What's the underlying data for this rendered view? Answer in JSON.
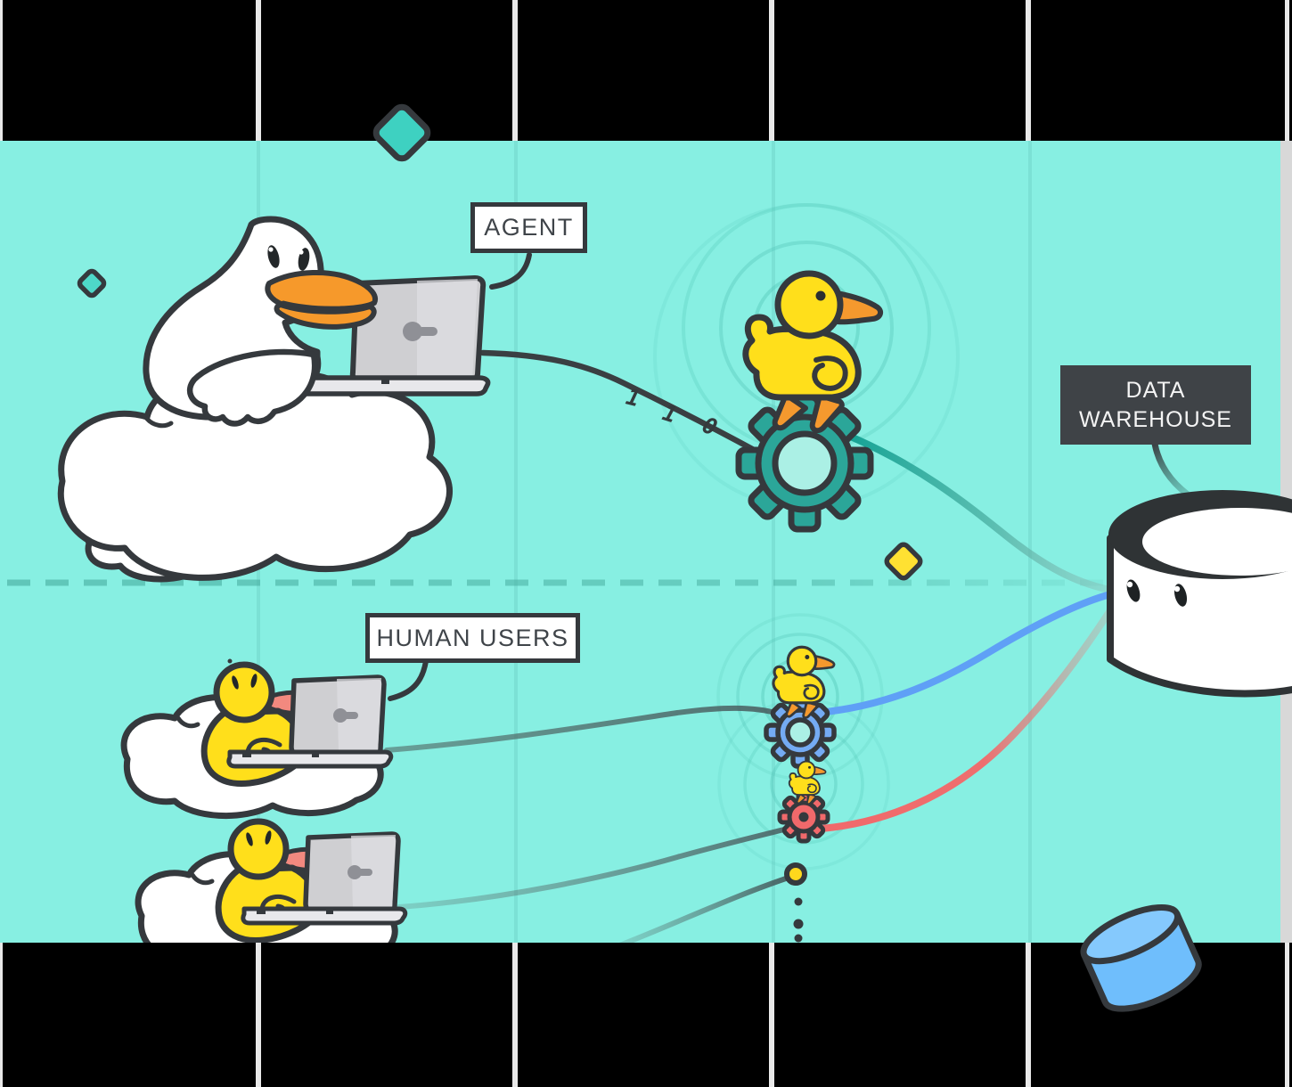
{
  "labels": {
    "agent": "AGENT",
    "human_users": "HUMAN USERS",
    "data_warehouse": "DATA WAREHOUSE"
  },
  "binary_stream": {
    "digits": [
      "1",
      "1",
      "0"
    ]
  },
  "scene": {
    "characters": [
      "goose-agent-typing-on-laptop-on-cloud",
      "rubber-duck-on-teal-gear",
      "human-duck-user-1-typing-on-laptop-on-cloud",
      "human-duck-user-2-typing-on-laptop-on-cloud",
      "duckling-on-blue-gear",
      "duckling-on-red-gear",
      "data-warehouse-cylinder-with-eyes"
    ],
    "decorations": [
      "teal-diamond-large",
      "teal-diamond-small",
      "yellow-diamond",
      "blue-cylinder",
      "dashed-divider",
      "signal-circles",
      "dot-trail"
    ],
    "dot_trail": {
      "count": 3
    }
  },
  "colors": {
    "background": "#87EFE2",
    "outline": "#35393D",
    "bar": "#000000",
    "accent_teal_gear": "#2BA699",
    "accent_blue": "#5FA0F6",
    "accent_red": "#F1696B",
    "duck_yellow": "#FFDF1B",
    "beak_orange": "#F5992E",
    "beak_pink": "#F2897F",
    "laptop_gray": "#CFCFD2",
    "cloud_white": "#FFFFFF",
    "dark_box": "#3F4347",
    "blue_cylinder": "#6FBEFC"
  }
}
